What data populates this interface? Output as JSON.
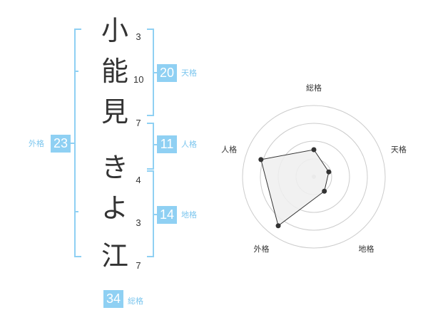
{
  "name": {
    "chars": [
      {
        "char": "小",
        "strokes": "3"
      },
      {
        "char": "能",
        "strokes": "10"
      },
      {
        "char": "見",
        "strokes": "7"
      },
      {
        "char": "き",
        "strokes": "4"
      },
      {
        "char": "よ",
        "strokes": "3"
      },
      {
        "char": "江",
        "strokes": "7"
      }
    ]
  },
  "fortunes": {
    "tenkaku": {
      "value": "20",
      "label": "天格"
    },
    "jinkaku": {
      "value": "11",
      "label": "人格"
    },
    "chikaku": {
      "value": "14",
      "label": "地格"
    },
    "gaikaku": {
      "value": "23",
      "label": "外格"
    },
    "soukaku": {
      "value": "34",
      "label": "総格"
    }
  },
  "radar": {
    "axes": [
      "総格",
      "天格",
      "地格",
      "外格",
      "人格"
    ],
    "levels": 4,
    "values": [
      0.38,
      0.22,
      0.25,
      0.85,
      0.78
    ],
    "colors": {
      "fill": "#efefef",
      "line": "#333333",
      "grid": "#cccccc",
      "point": "#333333",
      "center": "#cccccc"
    }
  }
}
